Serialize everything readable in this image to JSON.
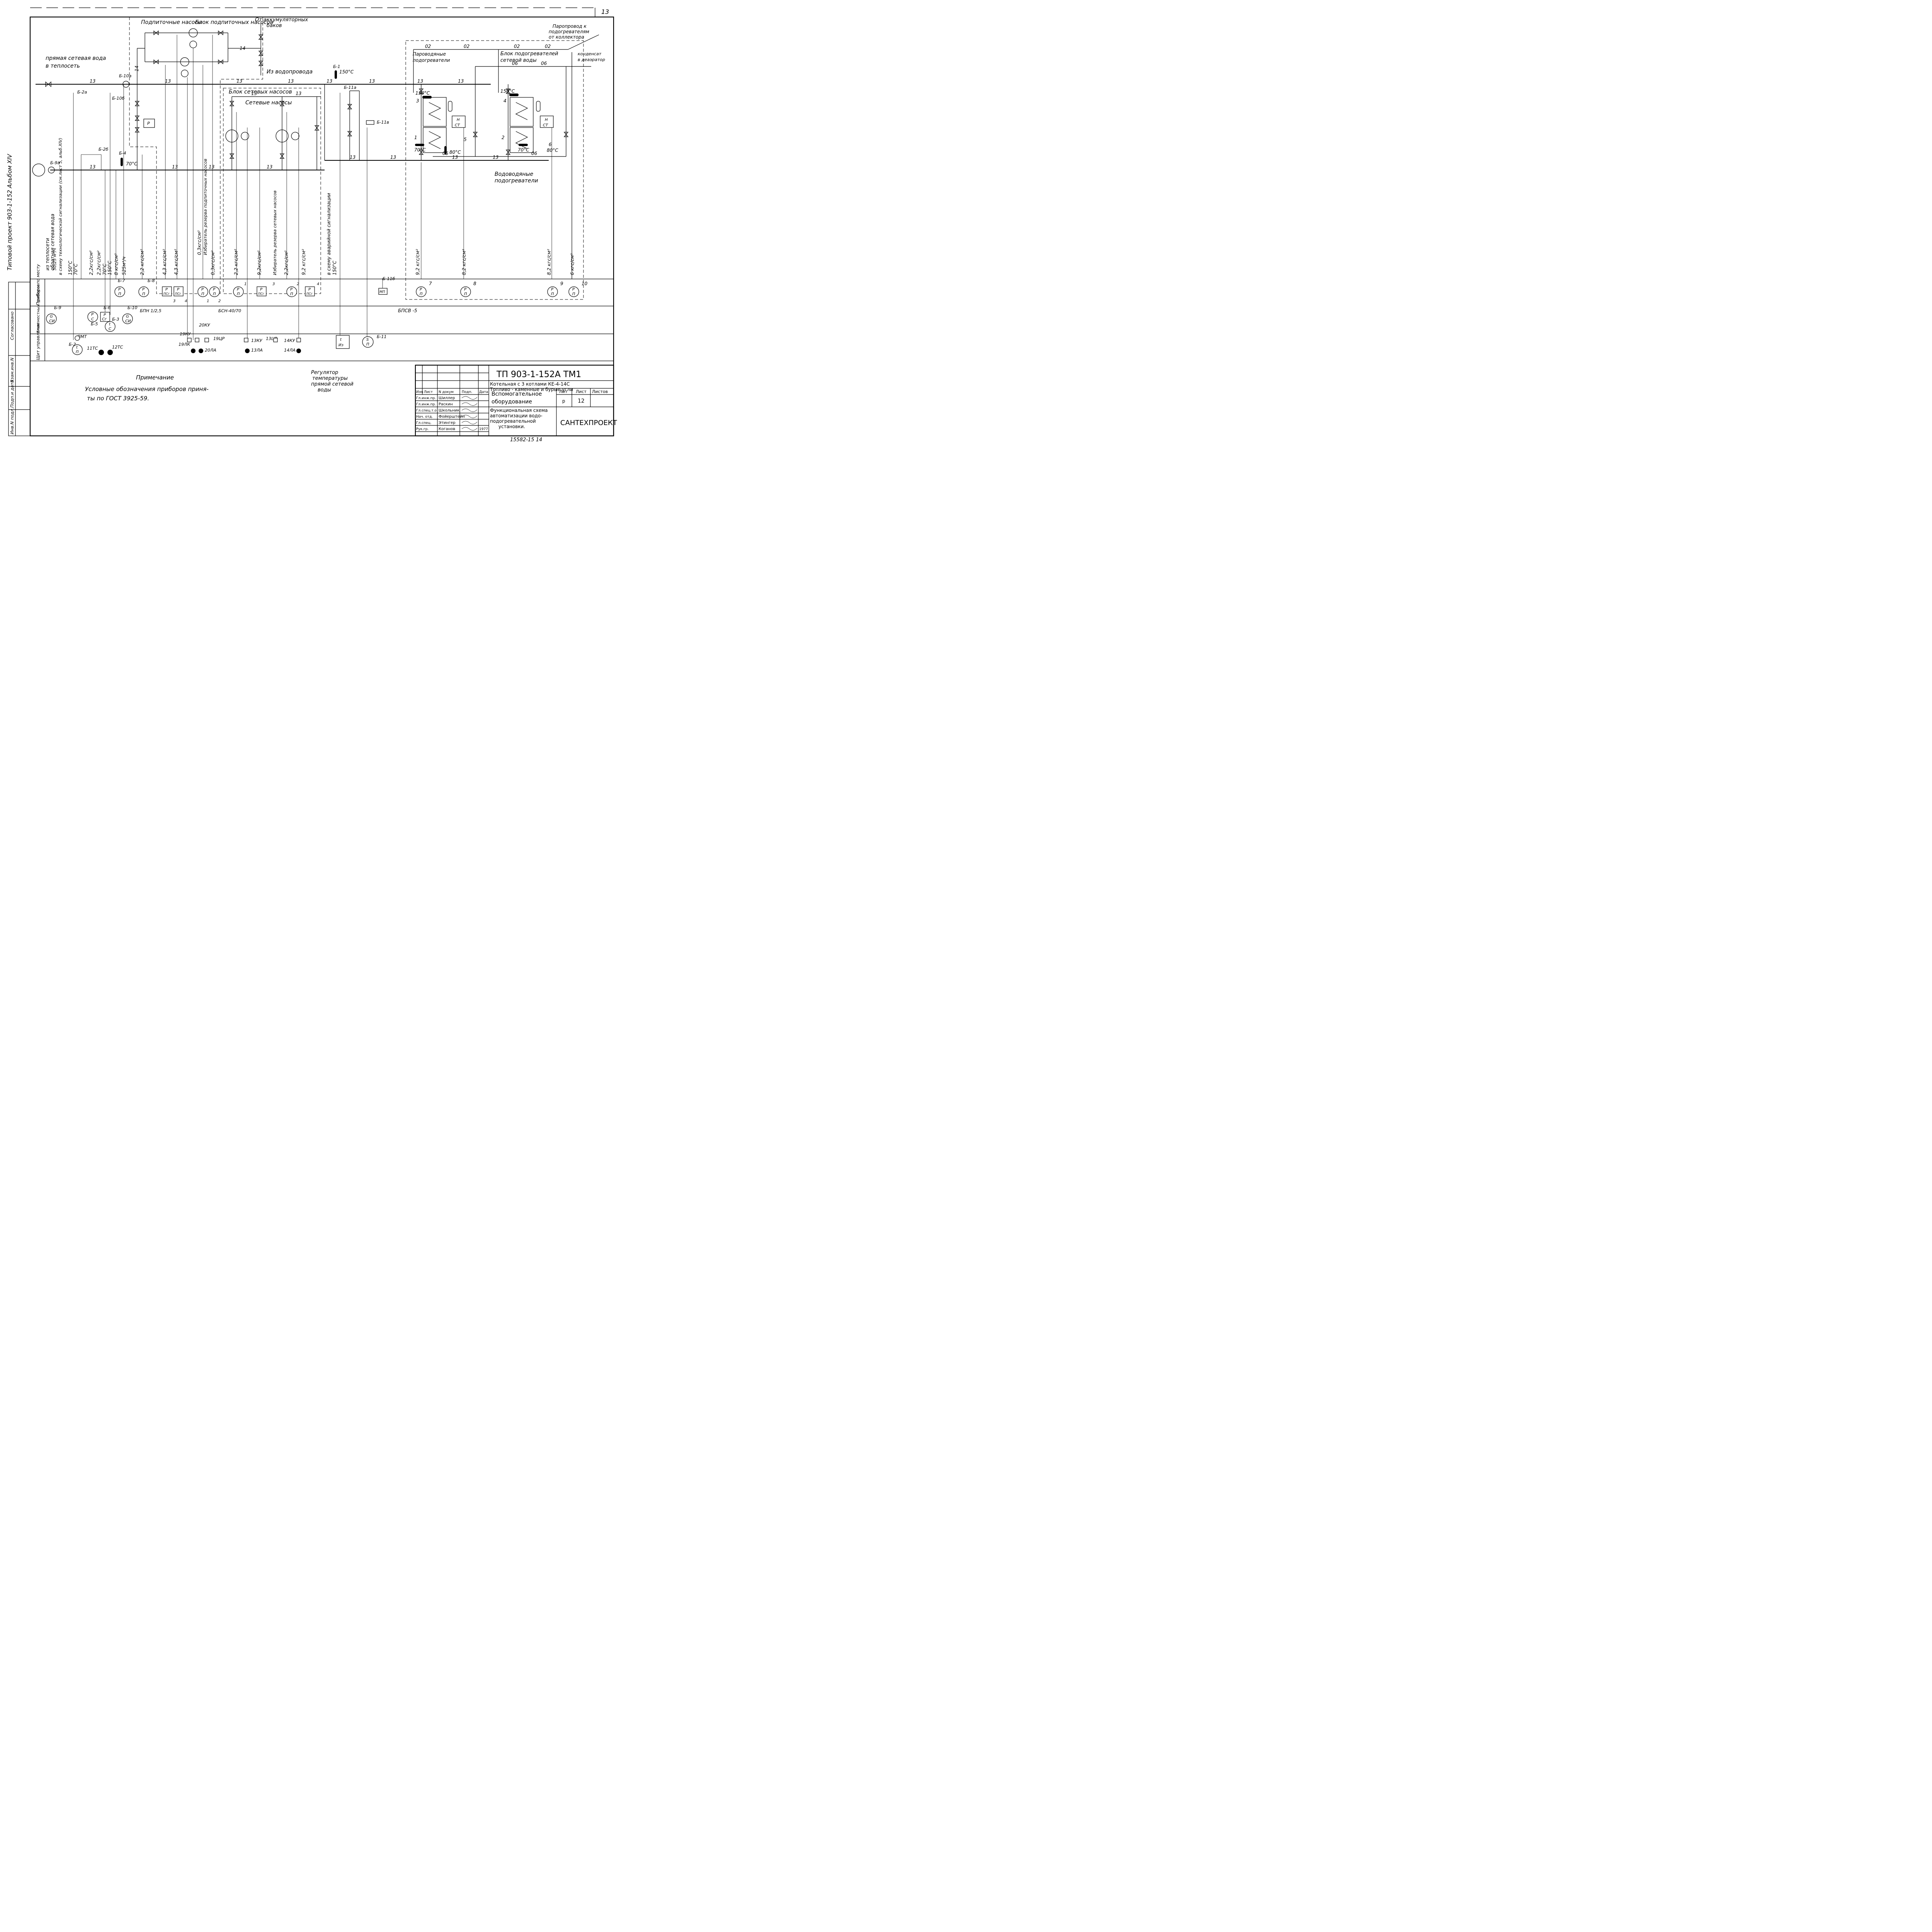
{
  "sheet": {
    "page_number": "13",
    "side_label": "Типовой проект 903-1-152 Альбом XIV",
    "stamp_code": "ТП 903-1-152А ТМ1",
    "object_line1": "Котельная с 3 котлами КЕ-4-14С",
    "object_line2": "Топливо - каменные и бурые угли",
    "part_title_1": "Вспомогательное",
    "part_title_2": "оборудование",
    "drawing_title_1": "Функциональная схема",
    "drawing_title_2": "автоматизации водо-",
    "drawing_title_3": "подогревательной",
    "drawing_title_4": "установки.",
    "company": "САНТЕХПРОЕКТ",
    "header_izm": "Изм",
    "header_list": "Лист",
    "header_ndok": "N докум",
    "header_podp": "Подп.",
    "header_data": "Дата",
    "lit_label": "Лит",
    "list_label": "Лист",
    "listov_label": "Листов",
    "lit_value": "р",
    "list_value": "12",
    "year": "1977",
    "bottom_number": "15582-15   14",
    "left_stamp_1": "Инв.N подл.",
    "left_stamp_2": "Подп.и дата",
    "left_stamp_3": "Взам.инв.N",
    "left_stamp_4": "Согласовано",
    "roles": [
      "Гл.инж.пр.",
      "Гл.инж.пр.",
      "Гл.спец.т.о",
      "Нач. отд.",
      "Гл.спец.",
      "Рук.гр."
    ],
    "names": [
      "Шиллер",
      "Раскин",
      "Школьник",
      "Фойерштейн",
      "Этингер",
      "Коганов"
    ]
  },
  "notes": {
    "title": "Примечание",
    "line1": "Условные обозначения приборов приня-",
    "line2": "ты по ГОСТ 3925-59."
  },
  "labels": {
    "makeup_pumps": "Подпиточные насосы",
    "makeup_block": "Блок подпиточных насосов",
    "from_accumulators_1": "От аккумуляторных",
    "from_accumulators_2": "баков",
    "from_watersupply": "Из водопровода",
    "direct_water_1": "прямая сетевая вода",
    "direct_water_2": "в теплосеть",
    "network_block": "Блок сетевых насосов",
    "network_pumps": "Сетевые насосы",
    "steam_line_1": "Паропровод к",
    "steam_line_2": "подогревателям",
    "steam_line_3": "от коллектора",
    "heater_block_1": "Блок подогревателей",
    "heater_block_2": "сетевой воды",
    "steam_water_heaters_1": "Пароводяные",
    "steam_water_heaters_2": "подогреватели",
    "water_water_heaters_1": "Водоводяные",
    "water_water_heaters_2": "подогреватели",
    "condensate_1": "конденсат",
    "condensate_2": "в деаэратор",
    "regulator_1": "Регулятор",
    "regulator_2": "температуры",
    "regulator_3": "прямой сетевой",
    "regulator_4": "воды",
    "return_water_1": "из теплосети",
    "return_water_2": "обратная сетевая вода",
    "row_local": "Приборы по месту",
    "row_block": "Блок местных приборов",
    "row_panel": "Щит управления",
    "bpn": "БПН 1/2,5",
    "bsn": "БСН-40/70",
    "bpsv": "БПСВ -5"
  },
  "pipe": {
    "p13": "13",
    "p14": "14",
    "p02": "02",
    "p06": "06"
  },
  "tags": {
    "b1": "Б-1",
    "b2a": "Б-2а",
    "b2b": "Б-2б",
    "b2": "Б-2",
    "b3": "Б-3",
    "b4": "Б-4",
    "b5": "Б-5",
    "b6": "Б-6",
    "b7": "Б-7",
    "b8": "Б-8",
    "b9": "Б-9",
    "b9a": "Б-9а",
    "b10": "Б-10",
    "b10a": "Б-10а",
    "b10b": "Б-10б",
    "b11": "Б-11",
    "b11a": "Б-11а",
    "b11b": "Б-11б",
    "b11v": "Б-11в",
    "pmt": "ПМТ",
    "t11": "11ТС",
    "t12": "12ТС",
    "k19": "19КУ",
    "k20": "20КУ",
    "r19": "19ЦР",
    "k19l": "19ЛК",
    "a20": "20ЛА",
    "k13": "13КУ",
    "a13": "13ЛА",
    "r13": "13ЦР",
    "k14": "14КУ",
    "a14": "14ЛА",
    "mp": "МП"
  },
  "temps": {
    "t150": "150°С",
    "t70": "70°С",
    "t80": "80°С"
  },
  "vertical_captions": [
    "в схему технологической сигнализации (см.лист 5, альб.XIV)",
    "150°С",
    "70°С",
    "2,2кгс/см²",
    "2,2кгс/см²",
    "70°С",
    "150°С",
    "8 кгс/см²",
    "525м³/ч",
    "2,2 кгс/см²",
    "4,3 кгс/см²",
    "4,3 кгс/см²",
    "0,3кгс/см²",
    "Избиратель резерва подпиточных насосов",
    "0,3кгс/см²",
    "2,2 кгс/см²",
    "9,2кгс/см²",
    "Избиратель резерва сетевых насосов",
    "2,2кгс/см²",
    "9,2 кгс/см²",
    "в схему аварийной сигнализации",
    "150°С",
    "9,2 кгс/см²",
    "8,2 кгс/см²",
    "8,2 кгс/см²",
    "6 кгс/см²",
    "50,25 м³/ч"
  ],
  "instruments": {
    "g": "G",
    "cu": "СИ",
    "p": "Р",
    "pl": "П",
    "c": "С",
    "cg": "Сг",
    "psg": "ПСг",
    "t": "t",
    "s": "S",
    "iz": "Из",
    "h": "Н",
    "ct": "СТ",
    "n1": "1",
    "n2": "2",
    "n3": "3",
    "n4": "4",
    "n5": "5",
    "n6": "6",
    "n7": "7",
    "n8": "8",
    "n9": "9",
    "n10": "10"
  }
}
